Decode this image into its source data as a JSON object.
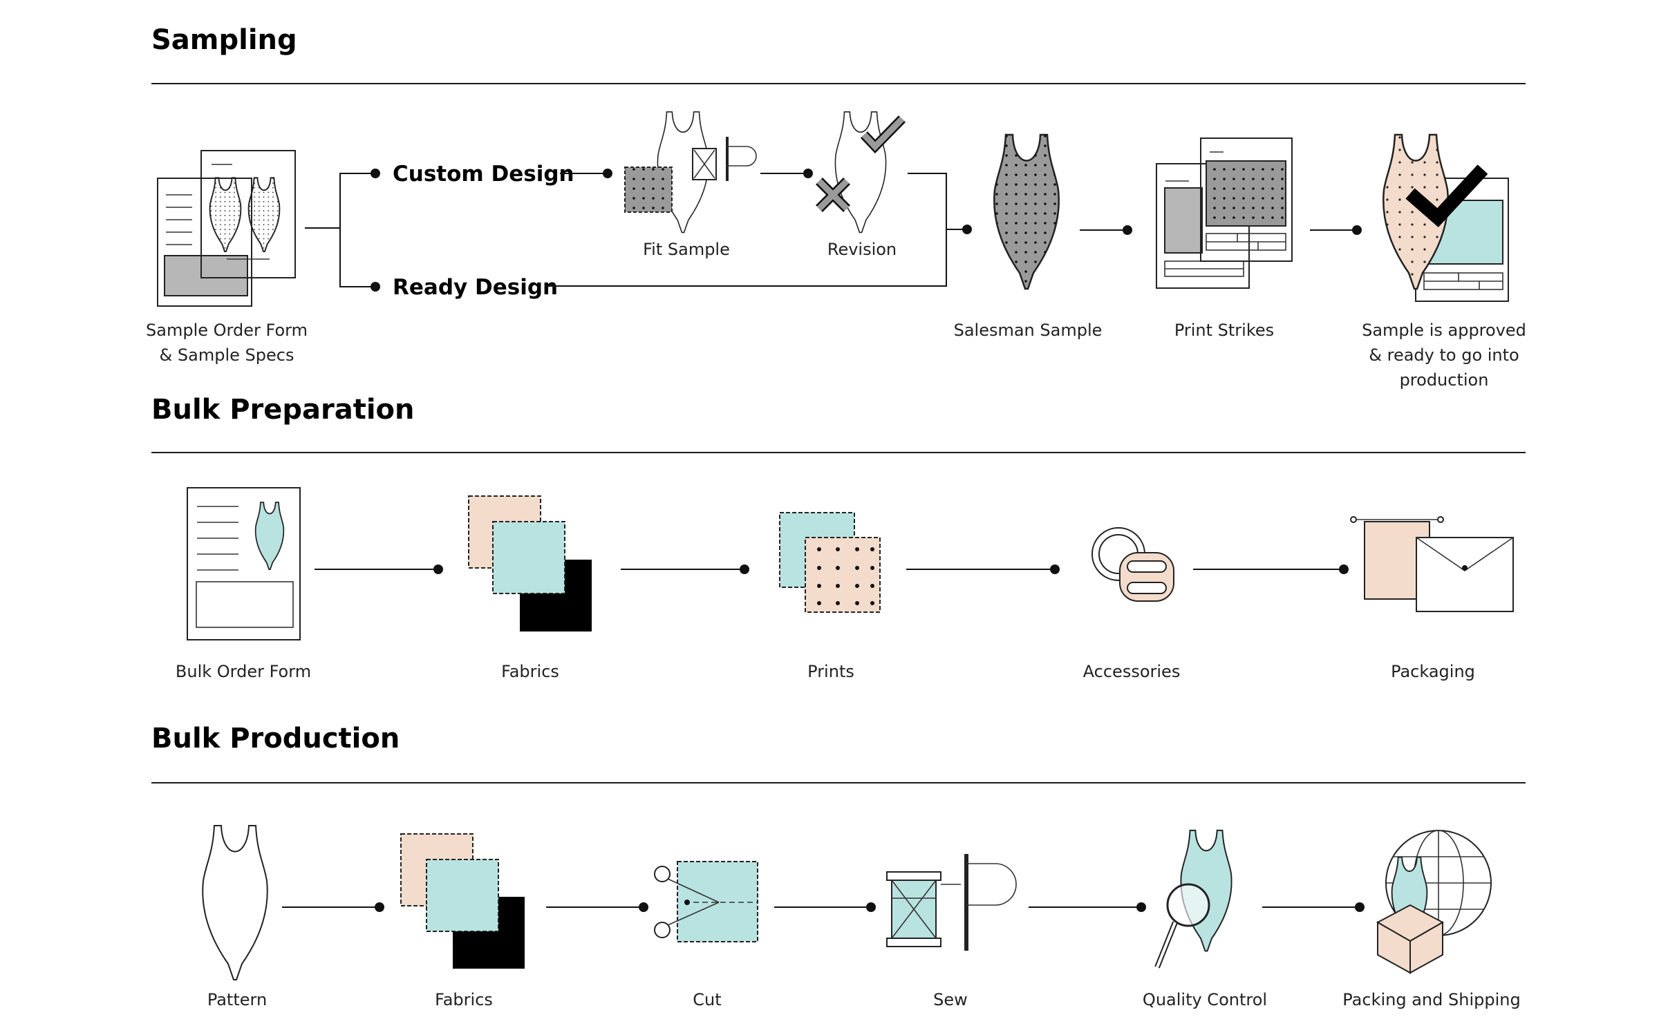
{
  "sections": {
    "sampling": {
      "title": "Sampling",
      "branches": {
        "custom": "Custom Design",
        "ready": "Ready Design"
      },
      "steps": {
        "order_form": [
          "Sample Order Form",
          "& Sample Specs"
        ],
        "fit_sample": "Fit Sample",
        "revision": "Revision",
        "salesman_sample": "Salesman Sample",
        "print_strikes": "Print Strikes",
        "approved": [
          "Sample is approved",
          "& ready to go into",
          "production"
        ]
      }
    },
    "bulk_preparation": {
      "title": "Bulk Preparation",
      "steps": [
        "Bulk Order Form",
        "Fabrics",
        "Prints",
        "Accessories",
        "Packaging"
      ]
    },
    "bulk_production": {
      "title": "Bulk Production",
      "steps": [
        "Pattern",
        "Fabrics",
        "Cut",
        "Sew",
        "Quality Control",
        "Packing and Shipping"
      ]
    }
  },
  "colors": {
    "teal": "#b9e3e0",
    "peach": "#f3dccb",
    "gray": "#9a9a9a",
    "gray_light": "#b7b7b7",
    "black": "#000000"
  }
}
